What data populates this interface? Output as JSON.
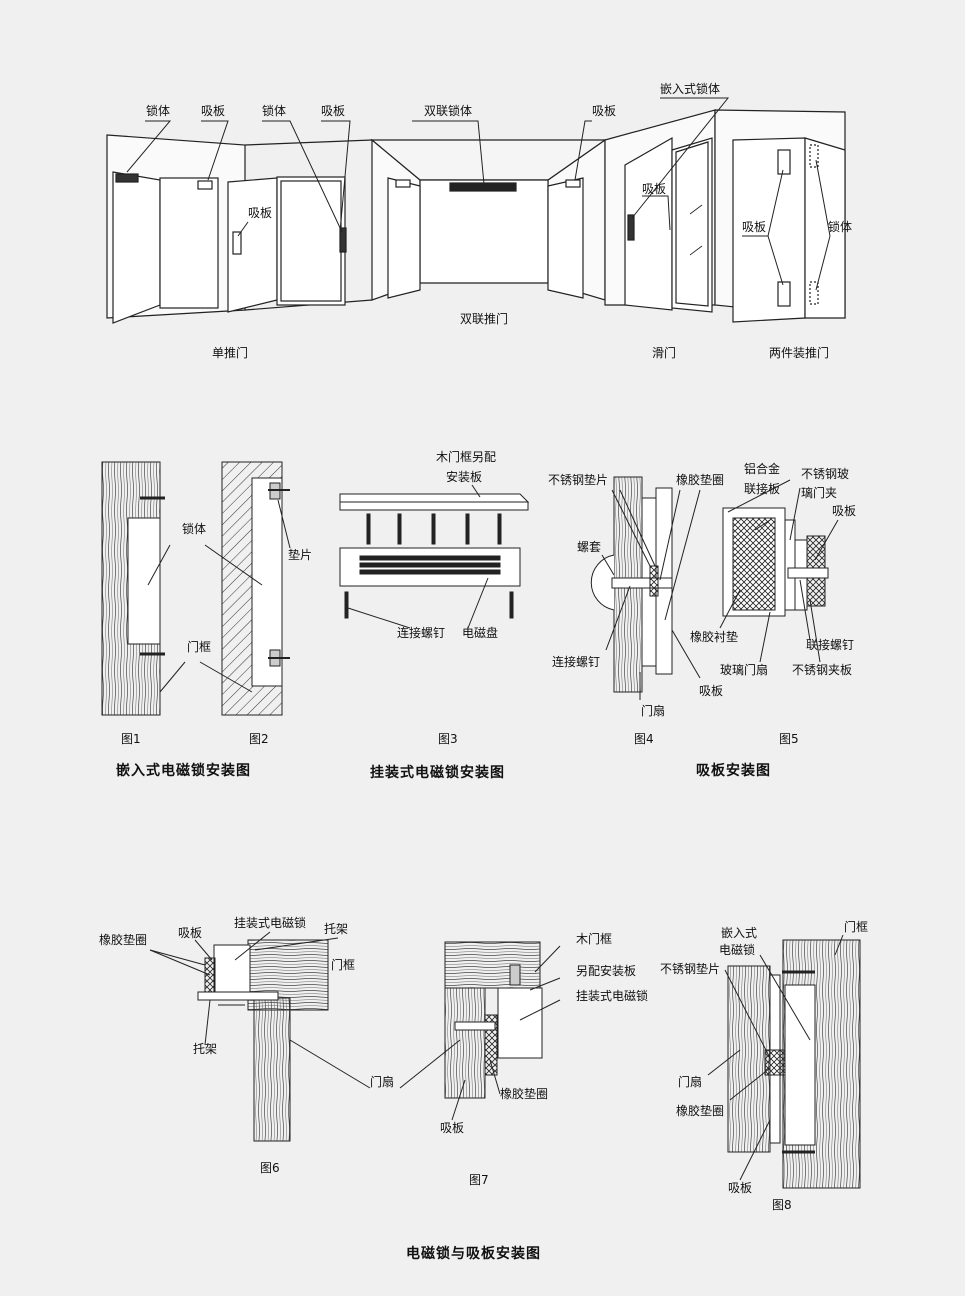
{
  "top": {
    "labels": {
      "lock_body_1": "锁体",
      "armature_1": "吸板",
      "lock_body_2": "锁体",
      "armature_2": "吸板",
      "double_lock": "双联锁体",
      "armature_3": "吸板",
      "embedded_lock": "嵌入式锁体",
      "armature_4": "吸板",
      "armature_5": "吸板",
      "armature_6": "吸板",
      "lock_body_3": "锁体"
    },
    "captions": {
      "single_push": "单推门",
      "double_push": "双联推门",
      "sliding": "滑门",
      "two_piece": "两件装推门"
    }
  },
  "middle": {
    "labels": {
      "lock_body": "锁体",
      "door_frame": "门框",
      "shim": "垫片",
      "wood_frame": "木门框另配",
      "mount_plate": "安装板",
      "connect_screw": "连接螺钉",
      "em_plate": "电磁盘",
      "ss_shim": "不锈钢垫片",
      "rubber_ring": "橡胶垫圈",
      "sleeve": "螺套",
      "connect_screw_2": "连接螺钉",
      "door_leaf": "门扇",
      "armature": "吸板",
      "al_alloy": "铝合金",
      "link_plate": "联接板",
      "ss_glass": "不锈钢玻",
      "glass_clamp": "璃门夹",
      "armature_5": "吸板",
      "rubber_pad": "橡胶衬垫",
      "glass_leaf": "玻璃门扇",
      "link_screw": "联接螺钉",
      "ss_clamp": "不锈钢夹板"
    },
    "figs": [
      "图1",
      "图2",
      "图3",
      "图4",
      "图5"
    ],
    "titles": {
      "embedded": "嵌入式电磁锁安装图",
      "surface": "挂装式电磁锁安装图",
      "armature": "吸板安装图"
    }
  },
  "bottom": {
    "labels": {
      "rubber_ring": "橡胶垫圈",
      "armature": "吸板",
      "surface_lock": "挂装式电磁锁",
      "bracket": "托架",
      "door_frame": "门框",
      "bracket_2": "托架",
      "door_leaf": "门扇",
      "wood_frame": "木门框",
      "extra_plate": "另配安装板",
      "surface_lock_2": "挂装式电磁锁",
      "rubber_ring_2": "橡胶垫圈",
      "armature_7": "吸板",
      "embedded_1": "嵌入式",
      "embedded_2": "电磁锁",
      "ss_shim": "不锈钢垫片",
      "door_frame_8": "门框",
      "door_leaf_8": "门扇",
      "rubber_ring_8": "橡胶垫圈",
      "armature_8": "吸板"
    },
    "figs": [
      "图6",
      "图7",
      "图8"
    ],
    "title": "电磁锁与吸板安装图"
  }
}
